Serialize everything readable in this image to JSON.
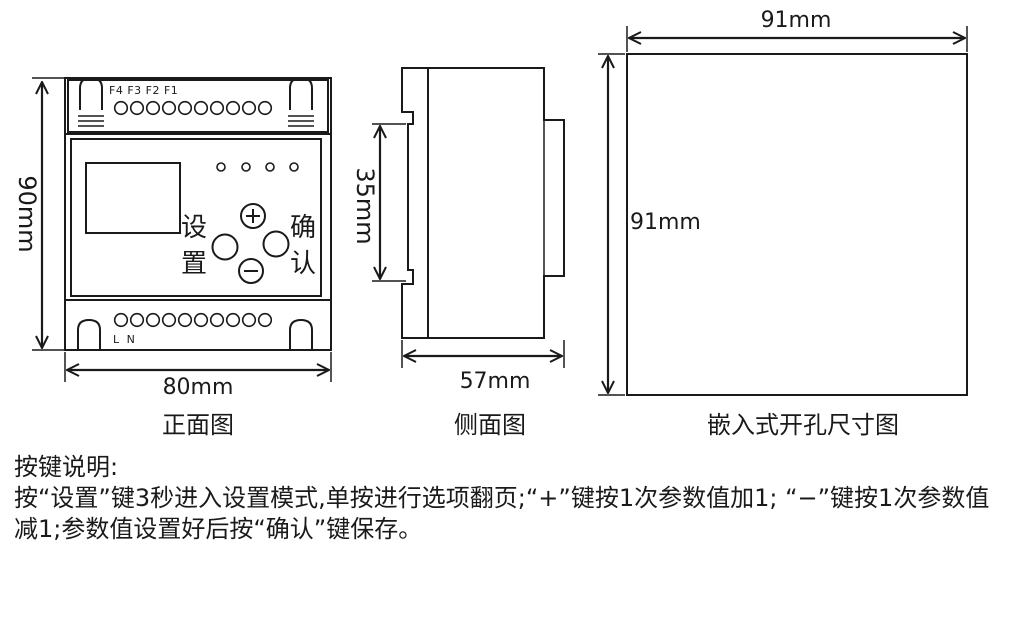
{
  "front_view": {
    "terminal_labels_top": "F4 F3 F2 F1",
    "terminal_labels_bottom": "L N",
    "button_setting_label": [
      "设",
      "置"
    ],
    "button_confirm_label": [
      "确",
      "认"
    ],
    "plus_symbol": "+",
    "minus_symbol": "−",
    "height_dim": "90mm",
    "width_dim": "80mm",
    "caption": "正面图"
  },
  "side_view": {
    "rail_dim": "35mm",
    "depth_dim": "57mm",
    "caption": "侧面图"
  },
  "cutout_view": {
    "width_dim": "91mm",
    "height_dim": "91mm",
    "caption": "嵌入式开孔尺寸图"
  },
  "instructions": {
    "title": "按键说明:",
    "body": "按“设置”键3秒进入设置模式,单按进行选项翻页;“+”键按1次参数值加1;  “−”键按1次参数值减1;参数值设置好后按“确认”键保存。"
  }
}
